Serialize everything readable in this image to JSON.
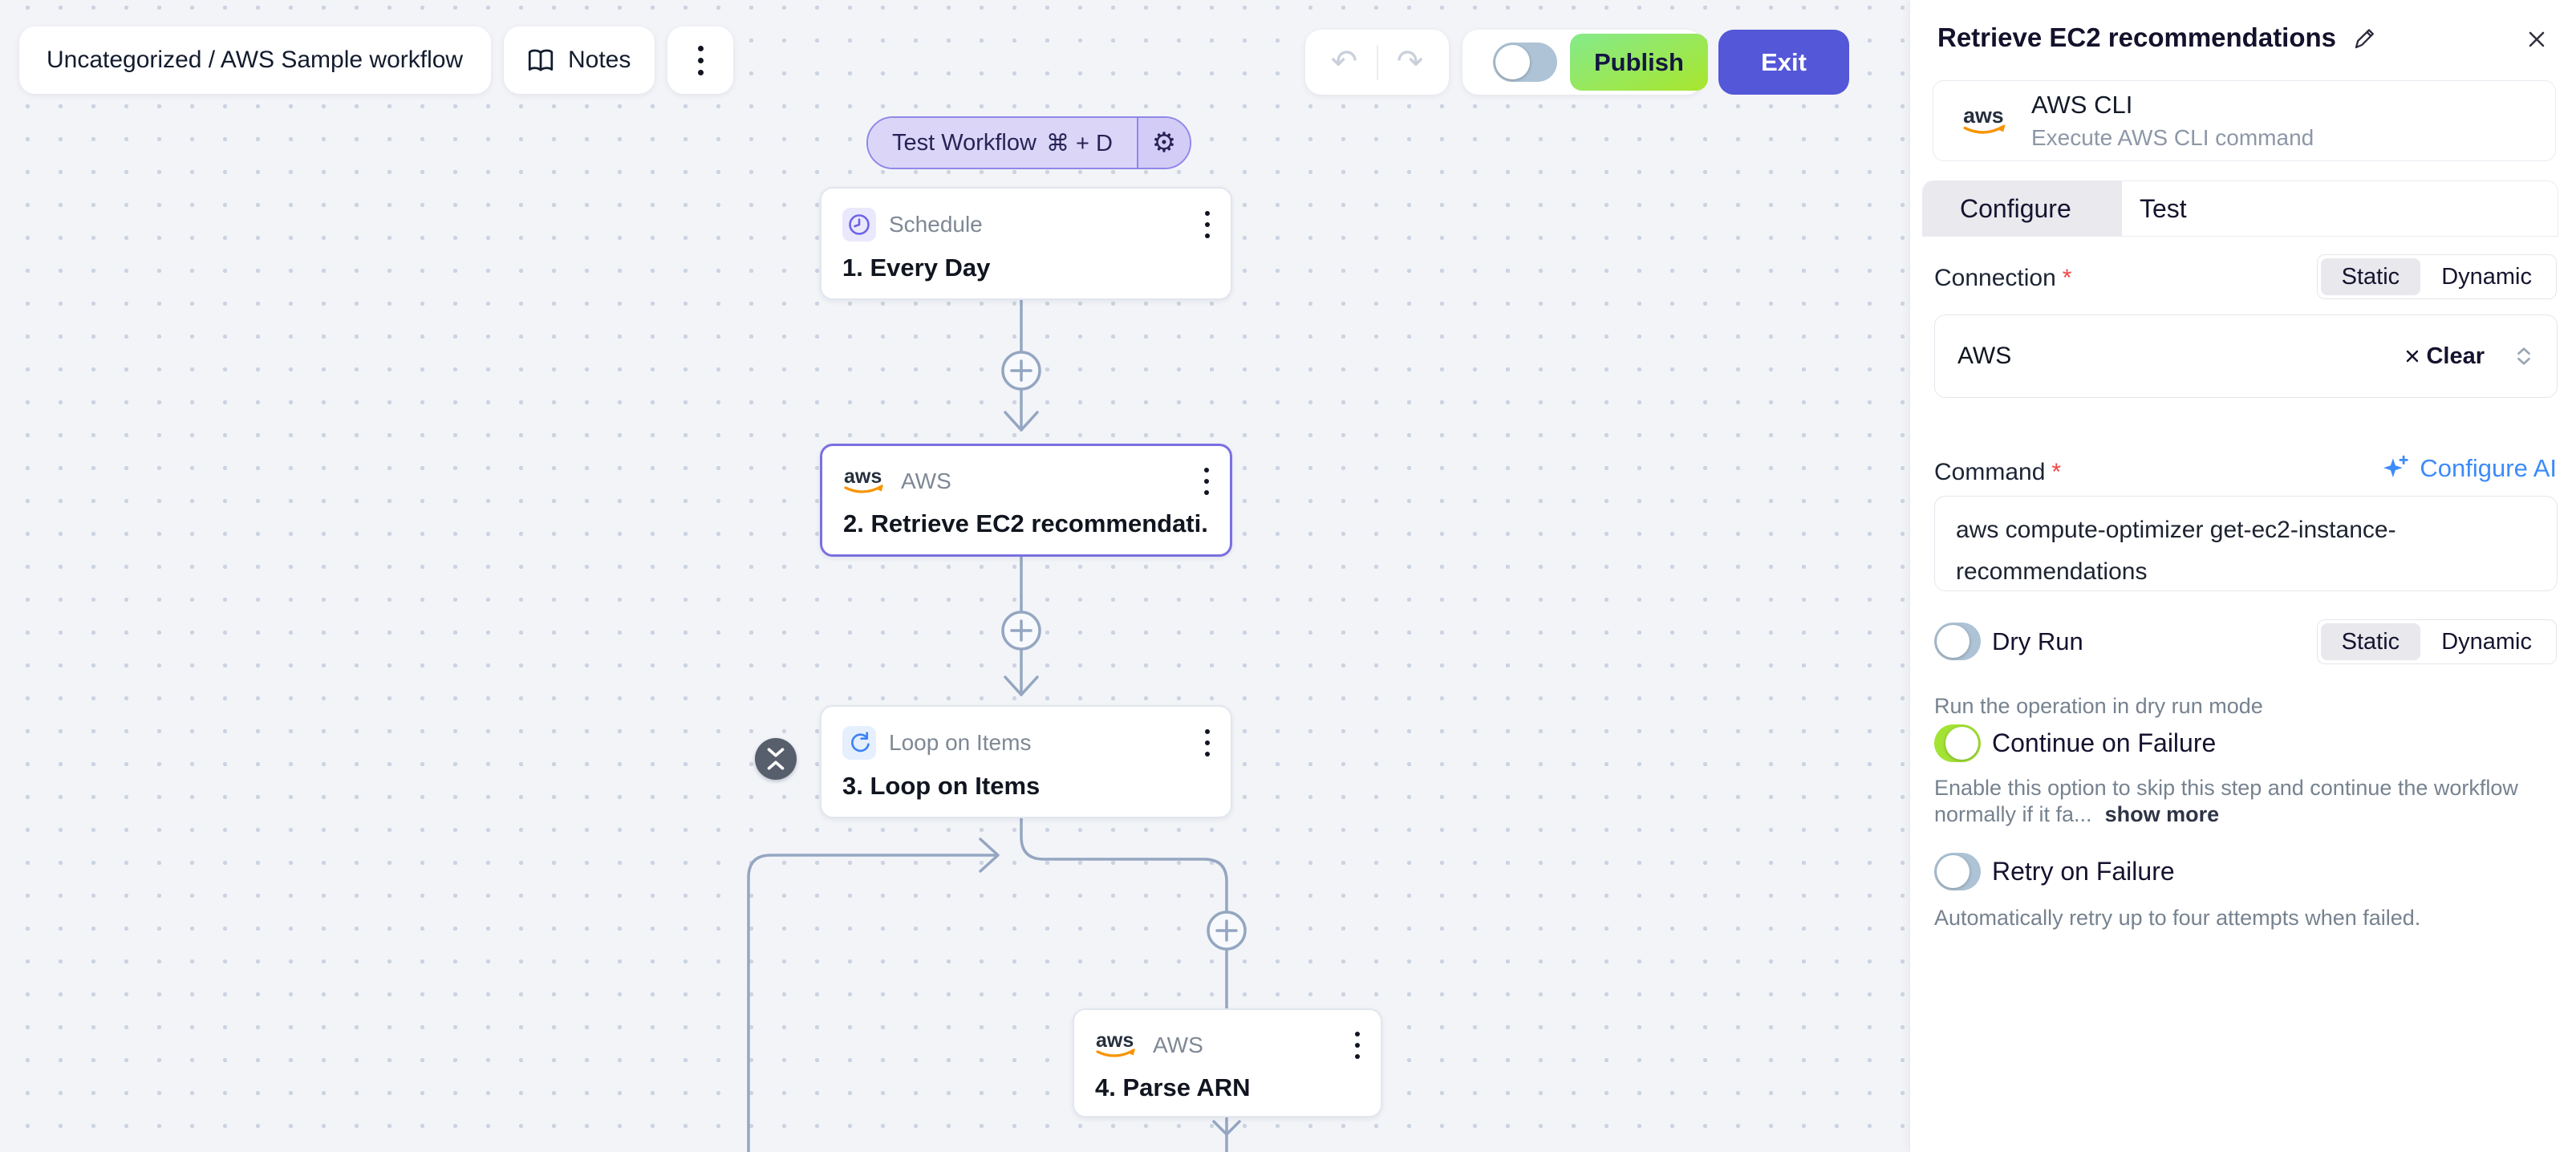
{
  "header": {
    "workflow_breadcrumb": "Uncategorized / AWS Sample workflow",
    "notes_label": "Notes",
    "publish_label": "Publish",
    "exit_label": "Exit"
  },
  "canvas": {
    "aws_logo_text": "aws",
    "test_workflow_label": "Test Workflow",
    "test_workflow_shortcut": "⌘ + D",
    "nodes": [
      {
        "type_label": "Schedule",
        "title": "1. Every Day"
      },
      {
        "type_label": "AWS",
        "title": "2. Retrieve EC2 recommendati..."
      },
      {
        "type_label": "Loop on Items",
        "title": "3. Loop on Items"
      },
      {
        "type_label": "AWS",
        "title": "4. Parse ARN"
      }
    ]
  },
  "panel": {
    "title": "Retrieve EC2 recommendations",
    "piece_name": "AWS CLI",
    "piece_description": "Execute AWS CLI command",
    "tab_configure": "Configure",
    "tab_test": "Test",
    "connection": {
      "label": "Connection",
      "required_mark": "*",
      "static_label": "Static",
      "dynamic_label": "Dynamic",
      "value": "AWS",
      "clear_label": "Clear"
    },
    "command": {
      "label": "Command",
      "required_mark": "*",
      "configure_ai_label": "Configure AI",
      "value": "aws compute-optimizer get-ec2-instance-recommendations"
    },
    "dry_run": {
      "label": "Dry Run",
      "enabled": false,
      "static_label": "Static",
      "dynamic_label": "Dynamic",
      "help": "Run the operation in dry run mode"
    },
    "continue_on_failure": {
      "label": "Continue on Failure",
      "enabled": true,
      "help": "Enable this option to skip this step and continue the workflow normally if it fa...",
      "show_more_label": "show more"
    },
    "retry_on_failure": {
      "label": "Retry on Failure",
      "enabled": false,
      "help": "Automatically retry up to four attempts when failed."
    }
  },
  "colors": {
    "accent_purple": "#7a70e0",
    "edge": "#94a6c1",
    "ai_blue": "#3d8bf8",
    "toggle_on": "#a3e335",
    "toggle_off": "#aec3d6",
    "exit_indigo": "#5457d8",
    "publish_green_start": "#85ea8b",
    "publish_green_end": "#a9e62d",
    "aws_orange": "#f79400",
    "unsaved_dot_yellow": "#f2b50d"
  }
}
